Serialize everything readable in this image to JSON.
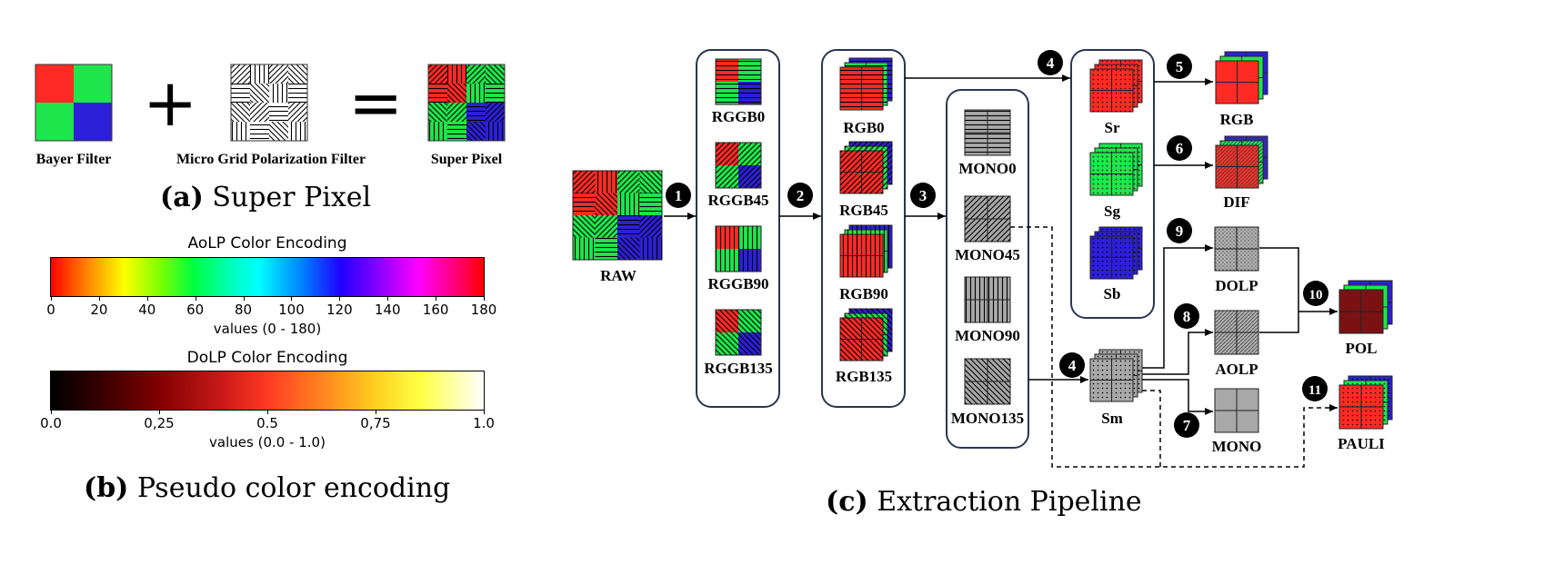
{
  "panel_a": {
    "bayer_label": "Bayer Filter",
    "micro_label": "Micro Grid Polarization Filter",
    "super_label": "Super Pixel",
    "plus": "+",
    "equals": "=",
    "caption_tag": "(a)",
    "caption_text": "Super Pixel"
  },
  "panel_b": {
    "aolp": {
      "title": "AoLP Color Encoding",
      "ticks": [
        "0",
        "20",
        "40",
        "60",
        "80",
        "100",
        "120",
        "140",
        "160",
        "180"
      ],
      "sub": "values (0 - 180)"
    },
    "dolp": {
      "title": "DoLP Color Encoding",
      "ticks": [
        "0.0",
        "0,25",
        "0.5",
        "0,75",
        "1.0"
      ],
      "sub": "values (0.0 - 1.0)"
    },
    "caption_tag": "(b)",
    "caption_text": "Pseudo color encoding"
  },
  "panel_c": {
    "raw": "RAW",
    "stage1": [
      "RGGB0",
      "RGGB45",
      "RGGB90",
      "RGGB135"
    ],
    "stage2": [
      "RGB0",
      "RGB45",
      "RGB90",
      "RGB135"
    ],
    "stage3": [
      "MONO0",
      "MONO45",
      "MONO90",
      "MONO135"
    ],
    "stokes": [
      "Sr",
      "Sg",
      "Sb"
    ],
    "sm": "Sm",
    "outputs": {
      "rgb": "RGB",
      "dif": "DIF",
      "dolp": "DOLP",
      "aolp": "AOLP",
      "mono": "MONO",
      "pol": "POL",
      "pauli": "PAULI"
    },
    "steps": [
      "1",
      "2",
      "3",
      "4",
      "5",
      "6",
      "4",
      "9",
      "8",
      "7",
      "10",
      "11"
    ],
    "caption_tag": "(c)",
    "caption_text": "Extraction Pipeline"
  },
  "colors": {
    "red": "#ff2a24",
    "green": "#1ee64c",
    "blue": "#2d1fd8",
    "mono": "#a8a8a8",
    "dark_red": "#7a1214",
    "frame": "#2b3550"
  }
}
